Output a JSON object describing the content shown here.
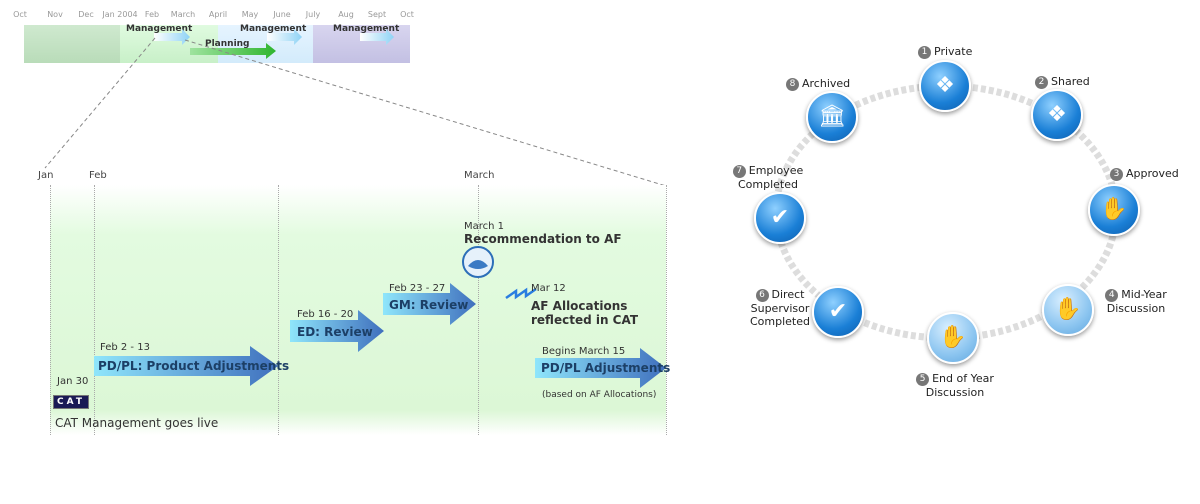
{
  "overview": {
    "months": [
      "Oct",
      "Nov",
      "Dec",
      "Jan 2004",
      "Feb",
      "March",
      "April",
      "May",
      "June",
      "July",
      "Aug",
      "Sept",
      "Oct"
    ],
    "phases": [
      {
        "label": "Management"
      },
      {
        "label": "Planning"
      },
      {
        "label": "Management"
      },
      {
        "label": "Management"
      }
    ]
  },
  "detail": {
    "headers": [
      "Jan",
      "Feb",
      "March"
    ],
    "events": [
      {
        "date": "Jan 30",
        "label": "CAT Management goes live",
        "logo": "CAT"
      },
      {
        "date": "Feb 2 - 13",
        "label": "PD/PL: Product Adjustments"
      },
      {
        "date": "Feb 16 - 20",
        "label": "ED: Review"
      },
      {
        "date": "Feb 23 - 27",
        "label": "GM: Review"
      },
      {
        "date": "March 1",
        "label": "Recommendation to AF"
      },
      {
        "date": "Mar 12",
        "label": "AF Allocations reflected in CAT"
      },
      {
        "date": "Begins March 15",
        "label": "PD/PL Adjustments",
        "note": "(based on AF Allocations)"
      }
    ]
  },
  "cycle": {
    "steps": [
      {
        "n": "1",
        "label": "Private",
        "icon": "people-icon"
      },
      {
        "n": "2",
        "label": "Shared",
        "icon": "people-icon"
      },
      {
        "n": "3",
        "label": "Approved",
        "icon": "handshake-icon"
      },
      {
        "n": "4",
        "label": "Mid-Year Discussion",
        "icon": "handshake-icon"
      },
      {
        "n": "5",
        "label": "End of Year Discussion",
        "icon": "handshake-icon"
      },
      {
        "n": "6",
        "label": "Direct Supervisor Completed",
        "icon": "checkmark-icon"
      },
      {
        "n": "7",
        "label": "Employee Completed",
        "icon": "double-checkmark-icon"
      },
      {
        "n": "8",
        "label": "Archived",
        "icon": "building-icon"
      }
    ]
  }
}
